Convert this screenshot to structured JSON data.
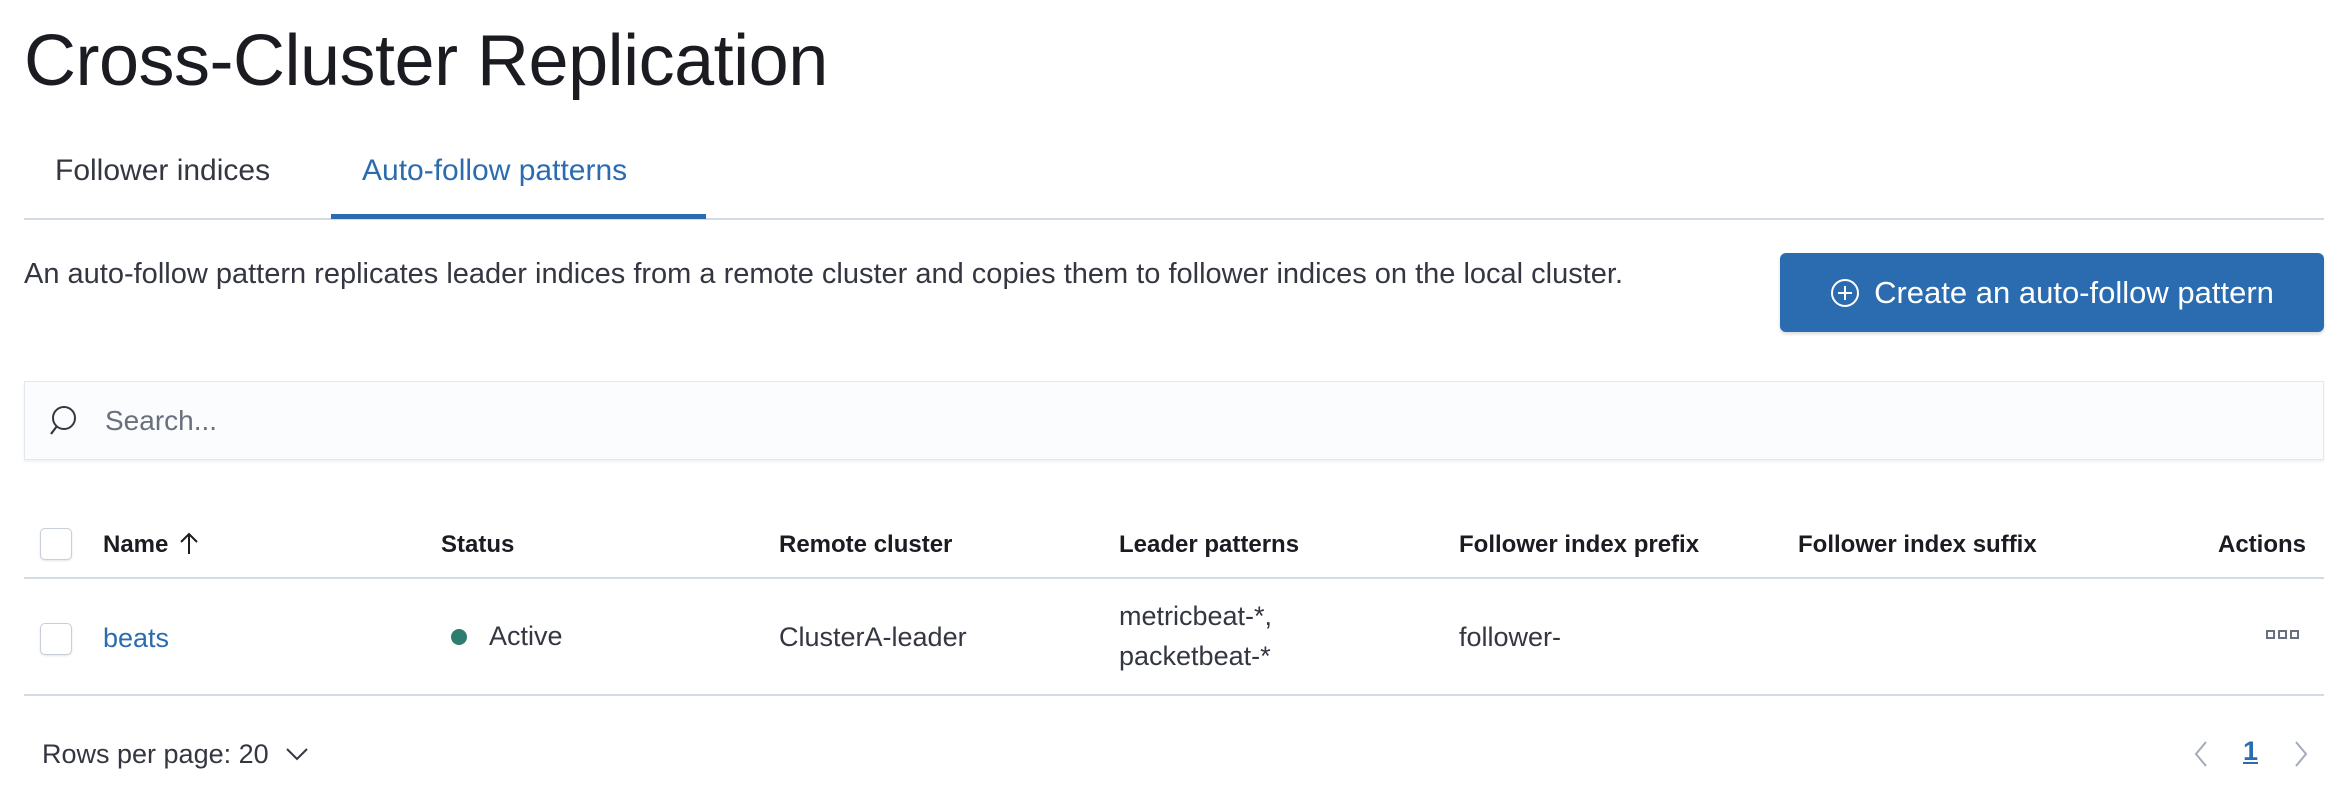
{
  "page": {
    "title": "Cross-Cluster Replication"
  },
  "tabs": [
    {
      "label": "Follower indices",
      "selected": false
    },
    {
      "label": "Auto-follow patterns",
      "selected": true
    }
  ],
  "description": "An auto-follow pattern replicates leader indices from a remote cluster and copies them to follower indices on the local cluster.",
  "create_button": {
    "label": "Create an auto-follow pattern",
    "icon": "plus-in-circle-icon"
  },
  "search": {
    "placeholder": "Search...",
    "value": ""
  },
  "table": {
    "columns": [
      "Name",
      "Status",
      "Remote cluster",
      "Leader patterns",
      "Follower index prefix",
      "Follower index suffix",
      "Actions"
    ],
    "sort": {
      "column": "Name",
      "direction": "ascending"
    },
    "rows": [
      {
        "name": "beats",
        "status": "Active",
        "remote_cluster": "ClusterA-leader",
        "leader_patterns": [
          "metricbeat-*,",
          "packetbeat-*"
        ],
        "follower_prefix": "follower-",
        "follower_suffix": ""
      }
    ]
  },
  "pagination": {
    "rows_per_page_label": "Rows per page: 20",
    "current_page": "1"
  },
  "colors": {
    "accent": "#2b6cb0",
    "status_active": "#2e7d6e"
  }
}
